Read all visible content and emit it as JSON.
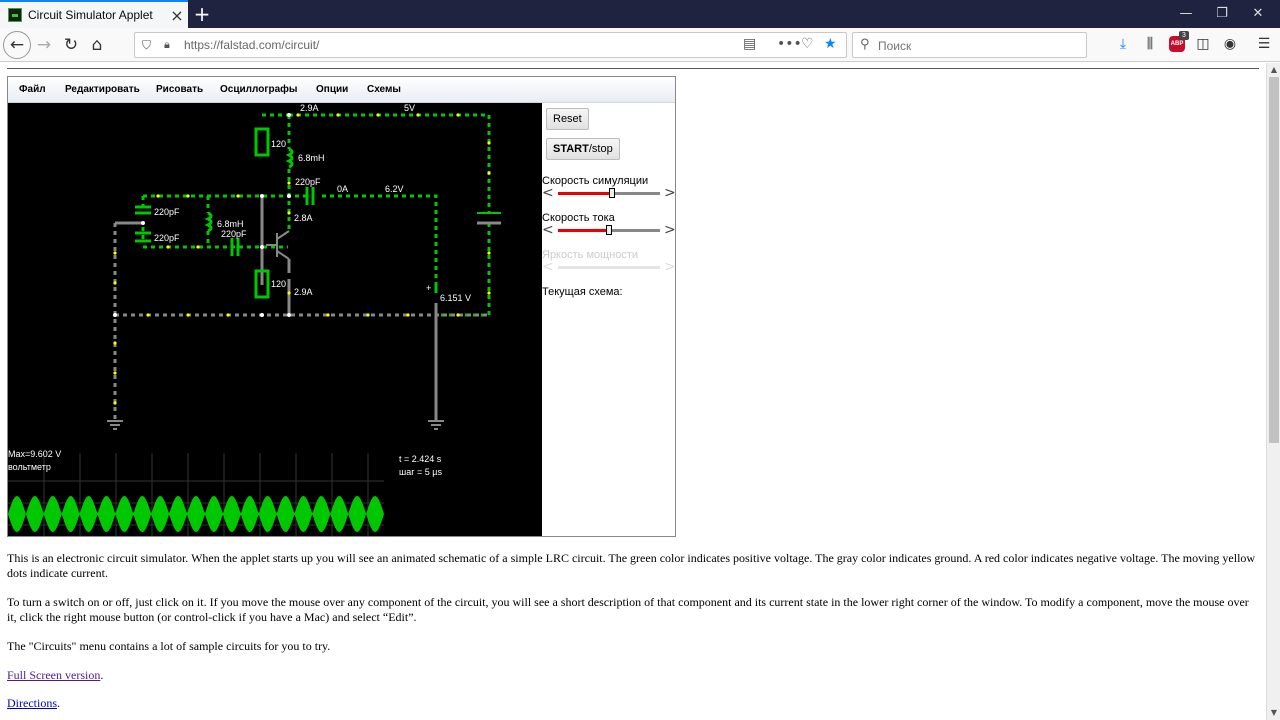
{
  "tab": {
    "title": "Circuit Simulator Applet"
  },
  "nav": {
    "url": "https://falstad.com/circuit/",
    "search_placeholder": "Поиск",
    "abp_count": "3"
  },
  "menu": [
    "Файл",
    "Редактировать",
    "Рисовать",
    "Осциллографы",
    "Опции",
    "Схемы"
  ],
  "side": {
    "reset": "Reset",
    "start_bold": "START",
    "start_rest": "/stop",
    "sim_speed_label": "Скорость симуляции",
    "sim_speed_value": 0.53,
    "current_speed_label": "Скорость тока",
    "current_speed_value": 0.5,
    "power_brightness_label": "Яркость мощности",
    "current_circuit_label": "Текущая схема:"
  },
  "circuit": {
    "labels": {
      "i_top": "2.9A",
      "v_top": "5V",
      "r1": "120",
      "l1": "6.8mH",
      "c_top": "220pF",
      "i_cap": "0A",
      "v_cap": "6.2V",
      "c_left1": "220pF",
      "l2": "6.8mH",
      "c_mid": "220pF",
      "c_left2": "220pF",
      "i_q": "2.8A",
      "r2": "120",
      "i_bot": "2.9A",
      "plus": "+",
      "meter": "6.151 V"
    },
    "scope": {
      "max": "Max=9.602 V",
      "name": "вольтметр",
      "time": "t = 2.424 s",
      "step": "шаг = 5 µs"
    }
  },
  "paragraphs": {
    "p1": "This is an electronic circuit simulator.  When the applet starts up you will see an animated schematic of a simple LRC circuit. The green color indicates positive voltage.  The gray color indicates ground.  A red color indicates negative voltage.  The moving yellow dots indicate current.",
    "p2": "To turn a switch on or off, just click on it.  If you move the mouse over any component of the circuit, you will see a short description of that component and its current state in the lower right corner of the window.  To modify a component, move the mouse over it, click the right mouse button (or control-click if you have a Mac) and select “Edit”.",
    "p3": "The \"Circuits\" menu contains a lot of sample circuits for you to try.",
    "link1": "Full Screen version",
    "link1_tail": ".",
    "link2": "Directions",
    "link2_tail": "."
  }
}
